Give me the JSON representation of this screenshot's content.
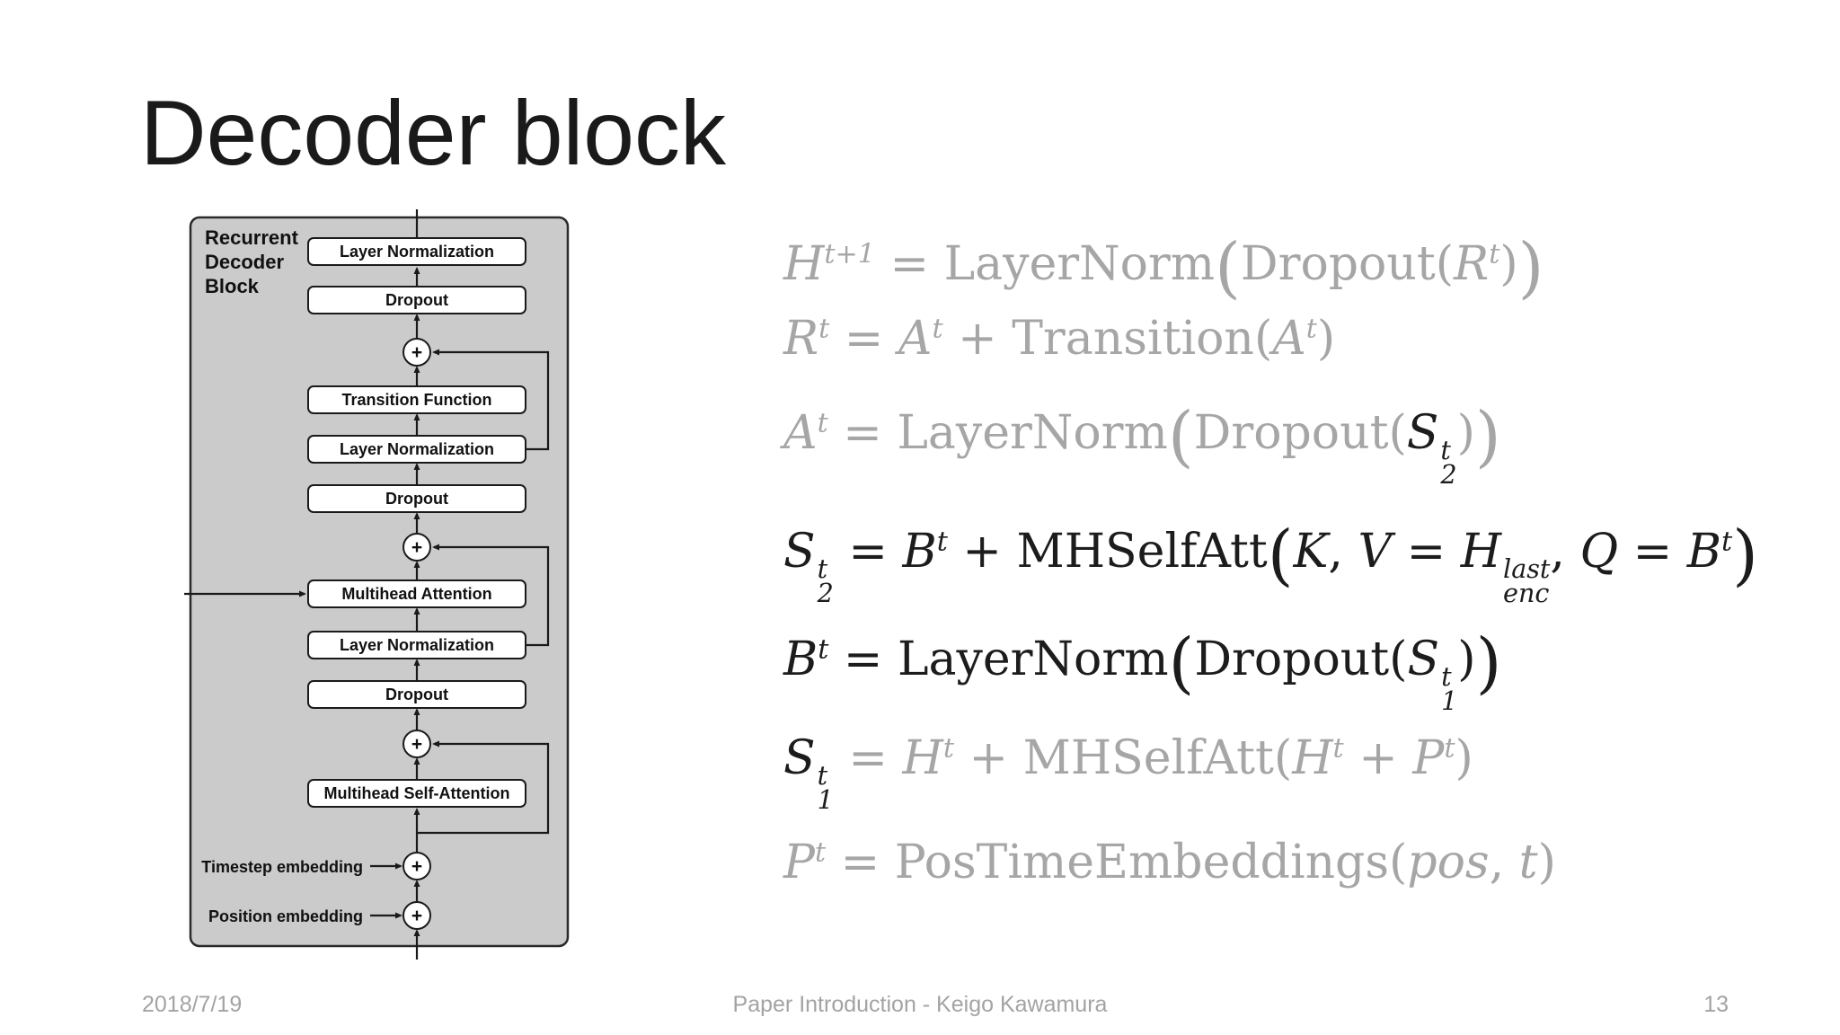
{
  "slide": {
    "title": "Decoder block",
    "footer": {
      "date": "2018/7/19",
      "center": "Paper Introduction - Keigo Kawamura",
      "page": "13"
    }
  },
  "colors": {
    "panel_gray": "#cbcbcb",
    "equation_gray": "#a6a6a6",
    "ink": "#1c1c1c",
    "footer_gray": "#a3a3a3"
  },
  "diagram": {
    "block_label_lines": [
      "Recurrent",
      "Decoder",
      "Block"
    ],
    "boxes": [
      "Layer Normalization",
      "Dropout",
      "Transition Function",
      "Layer Normalization",
      "Dropout",
      "Multihead Attention",
      "Layer Normalization",
      "Dropout",
      "Multihead Self-Attention"
    ],
    "plus_symbol": "+",
    "input_labels": [
      "Timestep embedding",
      "Position embedding"
    ]
  },
  "equations": [
    {
      "color": "gray",
      "tokens": [
        {
          "t": "i",
          "v": "H"
        },
        {
          "t": "sup",
          "v": "t+1"
        },
        {
          "t": "r",
          "v": " = "
        },
        {
          "t": "r",
          "v": "LayerNorm"
        },
        {
          "t": "big",
          "v": "("
        },
        {
          "t": "r",
          "v": "Dropout"
        },
        {
          "t": "r",
          "v": "("
        },
        {
          "t": "i",
          "v": "R"
        },
        {
          "t": "sup",
          "v": "t"
        },
        {
          "t": "r",
          "v": ")"
        },
        {
          "t": "big",
          "v": ")"
        }
      ]
    },
    {
      "color": "gray",
      "tokens": [
        {
          "t": "i",
          "v": "R"
        },
        {
          "t": "sup",
          "v": "t"
        },
        {
          "t": "r",
          "v": " = "
        },
        {
          "t": "i",
          "v": "A"
        },
        {
          "t": "sup",
          "v": "t"
        },
        {
          "t": "r",
          "v": " + "
        },
        {
          "t": "r",
          "v": "Transition"
        },
        {
          "t": "r",
          "v": "("
        },
        {
          "t": "i",
          "v": "A"
        },
        {
          "t": "sup",
          "v": "t"
        },
        {
          "t": "r",
          "v": ")"
        }
      ]
    },
    {
      "color": "gray",
      "tokens": [
        {
          "t": "i",
          "v": "A"
        },
        {
          "t": "sup",
          "v": "t"
        },
        {
          "t": "r",
          "v": " = "
        },
        {
          "t": "r",
          "v": "LayerNorm"
        },
        {
          "t": "big",
          "v": "("
        },
        {
          "t": "r",
          "v": "Dropout"
        },
        {
          "t": "r",
          "v": "("
        },
        {
          "t": "ss",
          "v": "S",
          "sup": "t",
          "sub": "2",
          "c": "k"
        },
        {
          "t": "r",
          "v": ")"
        },
        {
          "t": "big",
          "v": ")"
        }
      ]
    },
    {
      "color": "black",
      "tokens": [
        {
          "t": "ss",
          "v": "S",
          "sup": "t",
          "sub": "2"
        },
        {
          "t": "r",
          "v": " = "
        },
        {
          "t": "i",
          "v": "B"
        },
        {
          "t": "sup",
          "v": "t"
        },
        {
          "t": "r",
          "v": " + "
        },
        {
          "t": "r",
          "v": "MHSelfAtt"
        },
        {
          "t": "big",
          "v": "("
        },
        {
          "t": "i",
          "v": "K"
        },
        {
          "t": "r",
          "v": ", "
        },
        {
          "t": "i",
          "v": "V"
        },
        {
          "t": "r",
          "v": " = "
        },
        {
          "t": "ss",
          "v": "H",
          "sup": "last",
          "sub": "enc"
        },
        {
          "t": "r",
          "v": ", "
        },
        {
          "t": "i",
          "v": "Q"
        },
        {
          "t": "r",
          "v": " = "
        },
        {
          "t": "i",
          "v": "B"
        },
        {
          "t": "sup",
          "v": "t"
        },
        {
          "t": "big",
          "v": ")"
        }
      ]
    },
    {
      "color": "black",
      "tokens": [
        {
          "t": "i",
          "v": "B"
        },
        {
          "t": "sup",
          "v": "t"
        },
        {
          "t": "r",
          "v": " = "
        },
        {
          "t": "r",
          "v": "LayerNorm"
        },
        {
          "t": "big",
          "v": "("
        },
        {
          "t": "r",
          "v": "Dropout"
        },
        {
          "t": "r",
          "v": "("
        },
        {
          "t": "ss",
          "v": "S",
          "sup": "t",
          "sub": "1"
        },
        {
          "t": "r",
          "v": ")"
        },
        {
          "t": "big",
          "v": ")"
        }
      ]
    },
    {
      "color": "gray",
      "tokens": [
        {
          "t": "ss",
          "v": "S",
          "sup": "t",
          "sub": "1",
          "c": "k"
        },
        {
          "t": "r",
          "v": " = "
        },
        {
          "t": "i",
          "v": "H"
        },
        {
          "t": "sup",
          "v": "t"
        },
        {
          "t": "r",
          "v": " + "
        },
        {
          "t": "r",
          "v": "MHSelfAtt"
        },
        {
          "t": "r",
          "v": "("
        },
        {
          "t": "i",
          "v": "H"
        },
        {
          "t": "sup",
          "v": "t"
        },
        {
          "t": "r",
          "v": " + "
        },
        {
          "t": "i",
          "v": "P"
        },
        {
          "t": "sup",
          "v": "t"
        },
        {
          "t": "r",
          "v": ")"
        }
      ]
    },
    {
      "color": "gray",
      "tokens": [
        {
          "t": "i",
          "v": "P"
        },
        {
          "t": "sup",
          "v": "t"
        },
        {
          "t": "r",
          "v": " = "
        },
        {
          "t": "r",
          "v": "PosTimeEmbeddings"
        },
        {
          "t": "r",
          "v": "("
        },
        {
          "t": "i",
          "v": "pos"
        },
        {
          "t": "r",
          "v": ", "
        },
        {
          "t": "i",
          "v": "t"
        },
        {
          "t": "r",
          "v": ")"
        }
      ]
    }
  ]
}
